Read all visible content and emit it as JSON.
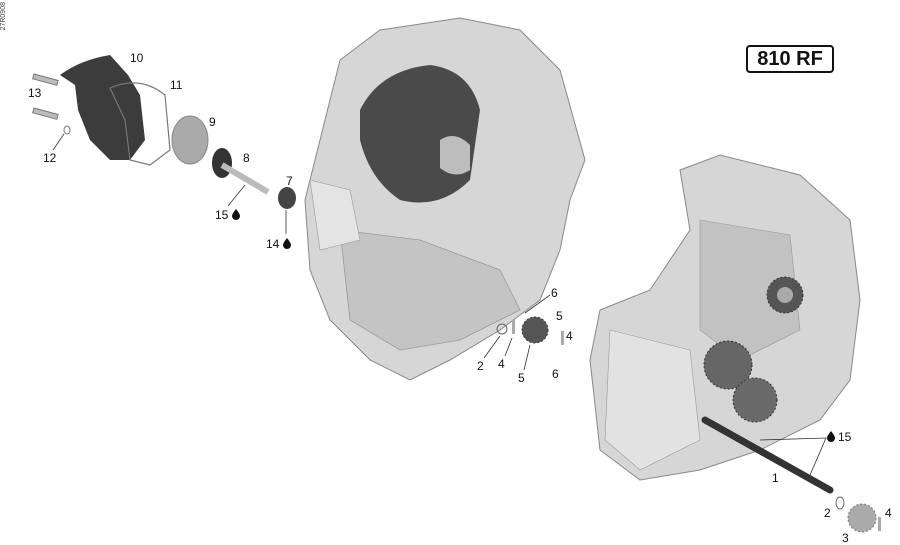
{
  "diagram": {
    "drawing_code": "27R0908",
    "model_label": "810 RF",
    "callouts": [
      {
        "id": "c10",
        "text": "10"
      },
      {
        "id": "c13",
        "text": "13"
      },
      {
        "id": "c11",
        "text": "11"
      },
      {
        "id": "c9",
        "text": "9"
      },
      {
        "id": "c12",
        "text": "12"
      },
      {
        "id": "c8",
        "text": "8"
      },
      {
        "id": "c7",
        "text": "7"
      },
      {
        "id": "c15a",
        "text": "15",
        "lubricant_icon": true
      },
      {
        "id": "c14",
        "text": "14",
        "lubricant_icon": true
      },
      {
        "id": "c6a",
        "text": "6"
      },
      {
        "id": "c5a",
        "text": "5"
      },
      {
        "id": "c4a",
        "text": "4"
      },
      {
        "id": "c2a",
        "text": "2"
      },
      {
        "id": "c4b",
        "text": "4"
      },
      {
        "id": "c5b",
        "text": "5"
      },
      {
        "id": "c6b",
        "text": "6"
      },
      {
        "id": "c15b",
        "text": "15",
        "lubricant_icon": true
      },
      {
        "id": "c1",
        "text": "1"
      },
      {
        "id": "c2b",
        "text": "2"
      },
      {
        "id": "c4c",
        "text": "4"
      },
      {
        "id": "c3",
        "text": "3"
      }
    ],
    "colors": {
      "part_light": "#d8d8d8",
      "part_mid": "#b4b4b4",
      "part_dark": "#3a3a3a",
      "outline": "#555555"
    }
  }
}
